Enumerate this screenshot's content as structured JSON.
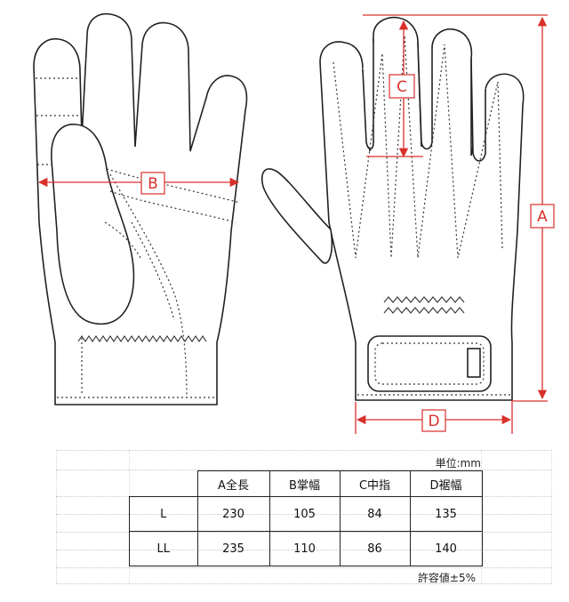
{
  "labels": {
    "A": "A",
    "B": "B",
    "C": "C",
    "D": "D"
  },
  "table": {
    "unit": "単位:mm",
    "tolerance": "許容値±5%",
    "headers": [
      "",
      "A全長",
      "B掌幅",
      "C中指",
      "D裾幅"
    ],
    "rows": [
      [
        "L",
        "230",
        "105",
        "84",
        "135"
      ],
      [
        "LL",
        "235",
        "110",
        "86",
        "140"
      ]
    ]
  },
  "colors": {
    "dimension": "#d9302b",
    "outline": "#222222"
  }
}
